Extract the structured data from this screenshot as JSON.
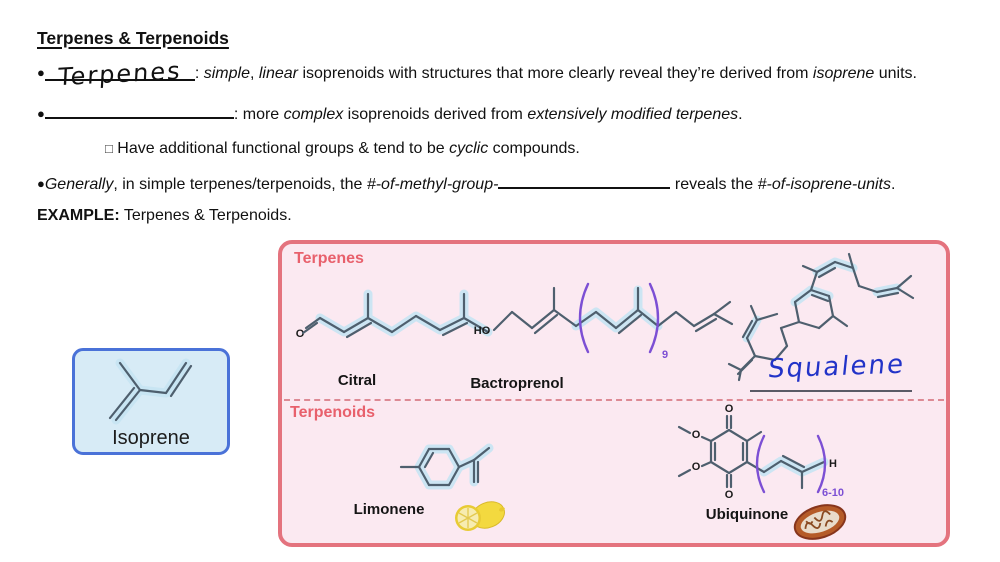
{
  "title": "Terpenes & Terpenoids",
  "colors": {
    "panel_border": "#E4737E",
    "panel_fill": "#FBE9F1",
    "section_label": "#E8606C",
    "repeat_purple": "#7C4FD4",
    "highlight_blue": "#C7E4F3",
    "bond_gray": "#4E5F6E",
    "handwriting_blue": "#2233C8",
    "isoprene_card_fill": "#D7EBF6",
    "isoprene_card_border": "#4A72D8"
  },
  "bullets": {
    "marker": "●",
    "terpenes": {
      "handwritten": "Terpenes",
      "colon": ": ",
      "i1": "simple",
      "t1": ", ",
      "i2": "linear",
      "t2": " isoprenoids with structures that more clearly reveal they’re derived from ",
      "i3": "isoprene",
      "t3": " units."
    },
    "terpenoids": {
      "t0": ": more ",
      "i1": "complex",
      "t1": " isoprenoids derived from ",
      "i2": "extensively modified terpenes",
      "t2": "."
    },
    "sub_cyclic": {
      "marker": "□",
      "t0": " Have additional functional groups & tend to be ",
      "i1": "cyclic",
      "t1": " compounds."
    },
    "generally": {
      "i0": "Generally",
      "t0": ", in simple terpenes/terpenoids, the ",
      "i1": "#-of-methyl-group-",
      "t1": " reveals the ",
      "i2": "#-of-isoprene-units",
      "t2": "."
    },
    "example": {
      "label": "EXAMPLE:",
      "text": " Terpenes & Terpenoids."
    }
  },
  "isoprene_card": {
    "label": "Isoprene"
  },
  "diagram": {
    "sections": {
      "terpenes": "Terpenes",
      "terpenoids": "Terpenoids"
    },
    "molecules": {
      "citral": "Citral",
      "bactoprenol": "Bactroprenol",
      "squalene": "Squalene",
      "limonene": "Limonene",
      "ubiquinone": "Ubiquinone"
    },
    "repeats": {
      "bactoprenol": "9",
      "ubiquinone": "6-10"
    },
    "atoms": {
      "o": "O",
      "ho": "HO",
      "h": "H"
    }
  }
}
